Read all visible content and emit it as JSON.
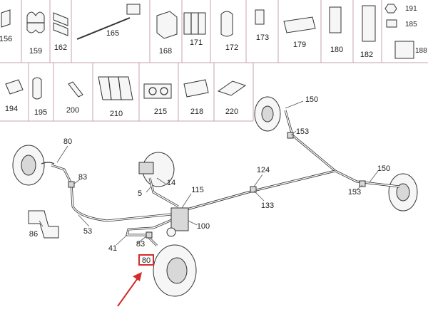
{
  "catalog": {
    "row1": [
      {
        "id": "p156",
        "label": "156"
      },
      {
        "id": "p159",
        "label": "159"
      },
      {
        "id": "p162",
        "label": "162"
      },
      {
        "id": "p165",
        "label": "165"
      },
      {
        "id": "p168",
        "label": "168"
      },
      {
        "id": "p171",
        "label": "171"
      },
      {
        "id": "p172",
        "label": "172"
      },
      {
        "id": "p173",
        "label": "173"
      },
      {
        "id": "p179",
        "label": "179"
      },
      {
        "id": "p180",
        "label": "180"
      },
      {
        "id": "p182",
        "label": "182"
      },
      {
        "id": "p191",
        "label": "191"
      },
      {
        "id": "p185",
        "label": "185"
      },
      {
        "id": "p188",
        "label": "188"
      }
    ],
    "row2": [
      {
        "id": "p194",
        "label": "194"
      },
      {
        "id": "p195",
        "label": "195"
      },
      {
        "id": "p200",
        "label": "200"
      },
      {
        "id": "p210",
        "label": "210"
      },
      {
        "id": "p215",
        "label": "215"
      },
      {
        "id": "p218",
        "label": "218"
      },
      {
        "id": "p220",
        "label": "220"
      }
    ]
  },
  "callouts": {
    "c80a": "80",
    "c83a": "83",
    "c86": "86",
    "c53": "53",
    "c41": "41",
    "c83b": "83",
    "c80b": "80",
    "c5": "5",
    "c14": "14",
    "c115": "115",
    "c100": "100",
    "c124": "124",
    "c133": "133",
    "c150a": "150",
    "c153a": "153",
    "c150b": "150",
    "c153b": "153"
  },
  "highlight": {
    "label": "80",
    "color": "#d42b2b"
  },
  "colors": {
    "grid": "#c9a3ad",
    "ink": "#333333",
    "accent": "#d42b2b"
  }
}
